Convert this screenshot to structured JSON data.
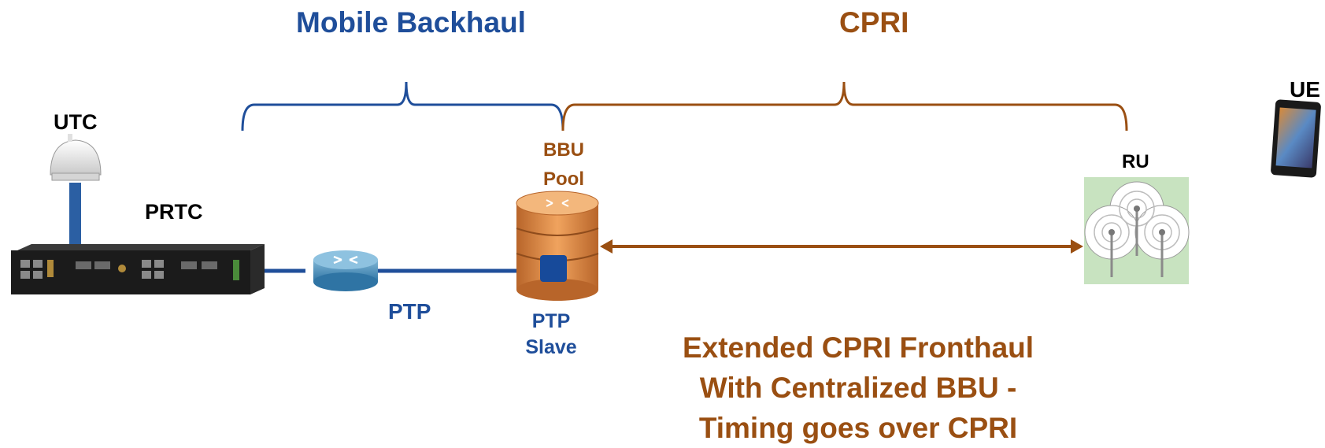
{
  "colors": {
    "blue": "#1F4E9A",
    "brown": "#9A4F12",
    "black": "#000000"
  },
  "labels": {
    "mobile_backhaul": "Mobile Backhaul",
    "cpri": "CPRI",
    "ue": "UE",
    "utc": "UTC",
    "prtc": "PRTC",
    "bbu_pool_line1": "BBU",
    "bbu_pool_line2": "Pool",
    "ru": "RU",
    "ptp": "PTP",
    "ptp_slave_line1": "PTP",
    "ptp_slave_line2": "Slave",
    "caption_line1": "Extended CPRI Fronthaul",
    "caption_line2": "With Centralized BBU -",
    "caption_line3": "Timing goes over CPRI"
  },
  "icons": [
    "gps-antenna-icon",
    "prtc-device-icon",
    "router-icon",
    "bbu-database-icon",
    "ru-antenna-icon",
    "smartphone-icon"
  ]
}
